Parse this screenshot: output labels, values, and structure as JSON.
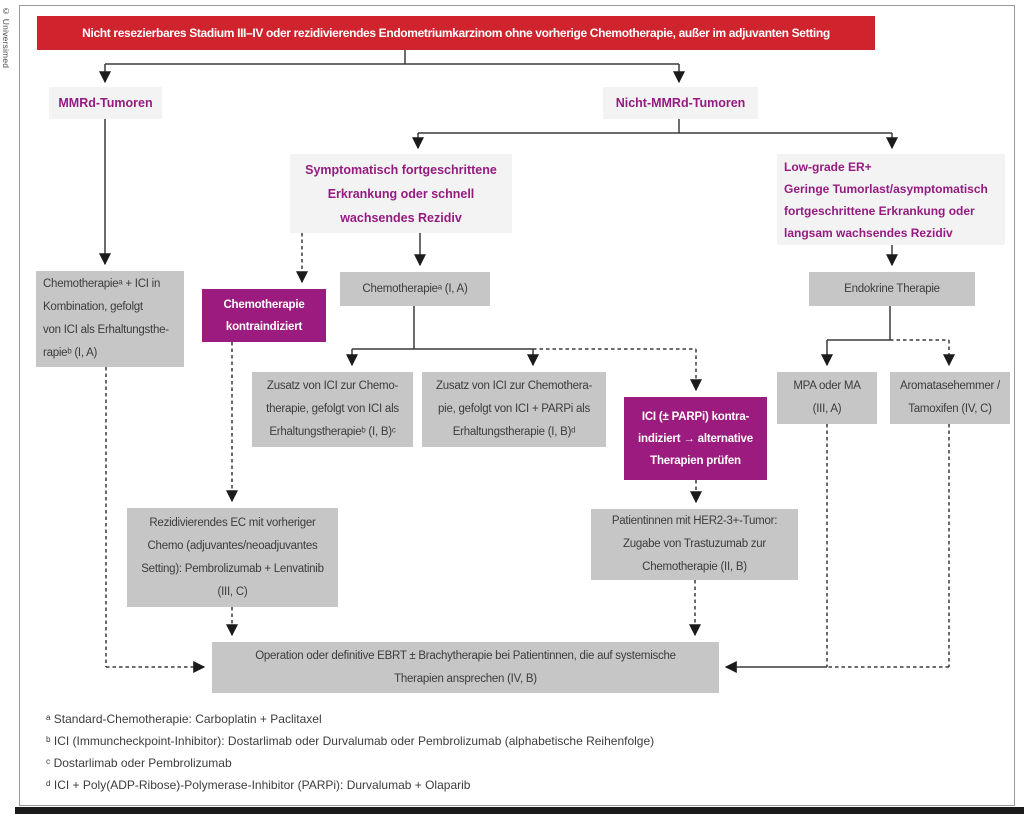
{
  "credit": "© Universimed",
  "colors": {
    "banner_red": "#cf232e",
    "purple_box": "#9c1b7e",
    "purple_text": "#951b81",
    "gray_box": "#c7c6c6",
    "light_box": "#f4f3f3",
    "dark_text": "#3c3c3c",
    "line": "#3a3a3a"
  },
  "banner": "Nicht resezierbares Stadium III–IV oder rezidivierendes Endometriumkarzinom ohne vorherige Chemotherapie, außer im adjuvanten Setting",
  "nodes": {
    "mmrd": "MMRd-Tumoren",
    "nicht_mmrd": "Nicht-MMRd-Tumoren",
    "symptomatisch": "Symptomatisch fortgeschrittene\nErkrankung oder schnell\nwachsendes Rezidiv",
    "low_grade": "Low-grade ER+\nGeringe Tumorlast/asymptomatisch\nfortgeschrittene Erkrankung oder\nlangsam wachsendes Rezidiv",
    "chemo_ici": "Chemotherapieᵃ + ICI in\nKombination, gefolgt\nvon ICI als Erhaltungsthe-\nrapieᵇ (I, A)",
    "chemo_kontra": "Chemotherapie\nkontraindiziert",
    "chemo_ia": "Chemotherapieᵃ (I, A)",
    "endokrine": "Endokrine Therapie",
    "zusatz1": "Zusatz von ICI zur Chemo-\ntherapie, gefolgt von ICI als\nErhaltungstherapieᵇ (I, B)ᶜ",
    "zusatz2": "Zusatz von ICI zur Chemothera-\npie, gefolgt von ICI + PARPi als\nErhaltungstherapie (I, B)ᵈ",
    "ici_kontra": "ICI (± PARPi) kontra-\nindiziert → alternative\nTherapien prüfen",
    "mpa": "MPA oder MA\n(III, A)",
    "aromatase": "Aromatasehemmer /\nTamoxifen (IV, C)",
    "rezidiv": "Rezidivierendes EC mit vorheriger\nChemo (adjuvantes/neoadjuvantes\nSetting): Pembrolizumab + Lenvatinib\n(III, C)",
    "her2": "Patientinnen mit HER2-3+-Tumor:\nZugabe von Trastuzumab zur\nChemotherapie (II, B)",
    "operation": "Operation oder definitive EBRT ± Brachytherapie bei Patientinnen, die auf systemische\nTherapien ansprechen (IV, B)"
  },
  "footnotes": {
    "a": "ᵃ Standard-Chemotherapie: Carboplatin + Paclitaxel",
    "b": "ᵇ ICI (Immuncheckpoint-Inhibitor): Dostarlimab oder Durvalumab oder Pembrolizumab (alphabetische Reihenfolge)",
    "c": "ᶜ Dostarlimab oder Pembrolizumab",
    "d": "ᵈ ICI + Poly(ADP-Ribose)-Polymerase-Inhibitor (PARPi): Durvalumab + Olaparib"
  }
}
